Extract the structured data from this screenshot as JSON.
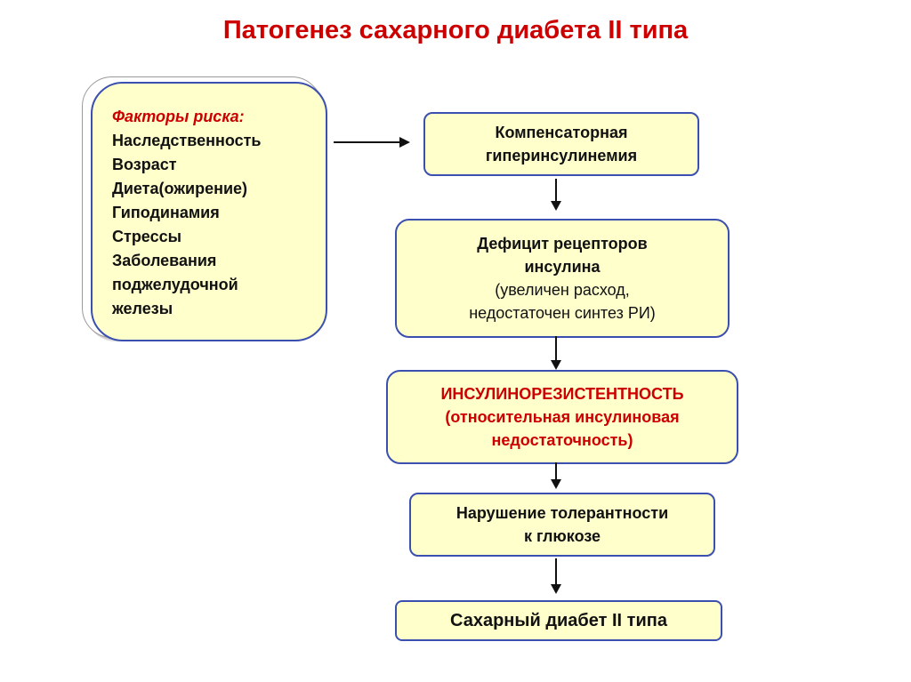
{
  "title": "Патогенез сахарного диабета II типа",
  "risk_factors": {
    "heading": "Факторы риска:",
    "items": [
      "Наследственность",
      "Возраст",
      "Диета(ожирение)",
      "Гиподинамия",
      "Стрессы",
      "Заболевания",
      "поджелудочной",
      "железы"
    ]
  },
  "steps": {
    "compensatory": {
      "line1": "Компенсаторная",
      "line2": "гиперинсулинемия"
    },
    "receptor_deficit": {
      "line1": "Дефицит рецепторов",
      "line2": "инсулина",
      "line3": "(увеличен расход,",
      "line4": "недостаточен синтез РИ)"
    },
    "insulin_resistance": {
      "line1": "ИНСУЛИНОРЕЗИСТЕНТНОСТЬ",
      "line2": "(относительная инсулиновая",
      "line3": "недостаточность)"
    },
    "glucose_tolerance": {
      "line1": "Нарушение толерантности",
      "line2": "к глюкозе"
    },
    "diabetes": {
      "line1": "Сахарный диабет II типа"
    }
  },
  "colors": {
    "title": "#cc0000",
    "box_fill": "#ffffcc",
    "box_border": "#3a4fb0",
    "arrow": "#111111"
  }
}
